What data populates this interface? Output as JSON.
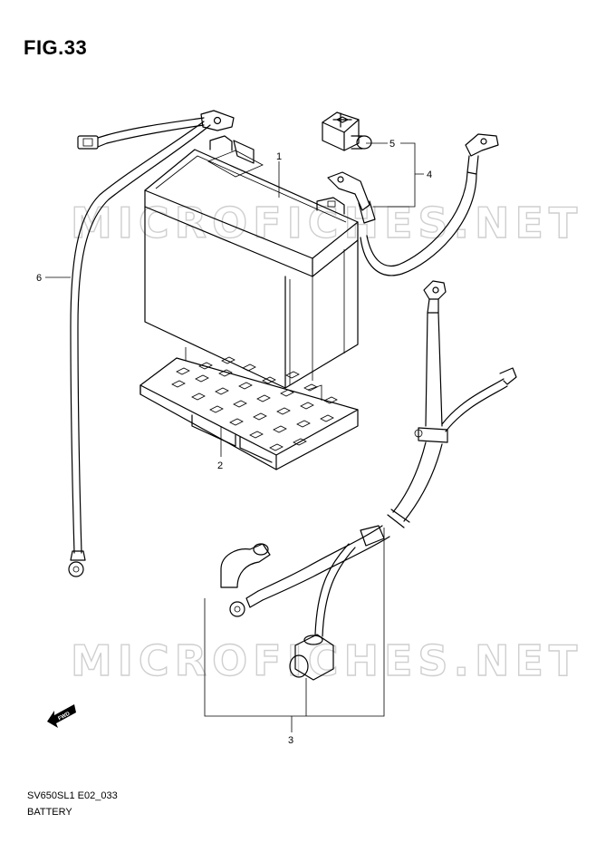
{
  "figure": {
    "title": "FIG.33"
  },
  "watermark": {
    "text": "MICROFICHES.NET"
  },
  "callouts": {
    "c1": "1",
    "c2": "2",
    "c3": "3",
    "c4": "4",
    "c5": "5",
    "c6": "6"
  },
  "fwd_label": "FWD",
  "footer": {
    "code": "SV650SL1 E02_033",
    "name": "BATTERY"
  }
}
